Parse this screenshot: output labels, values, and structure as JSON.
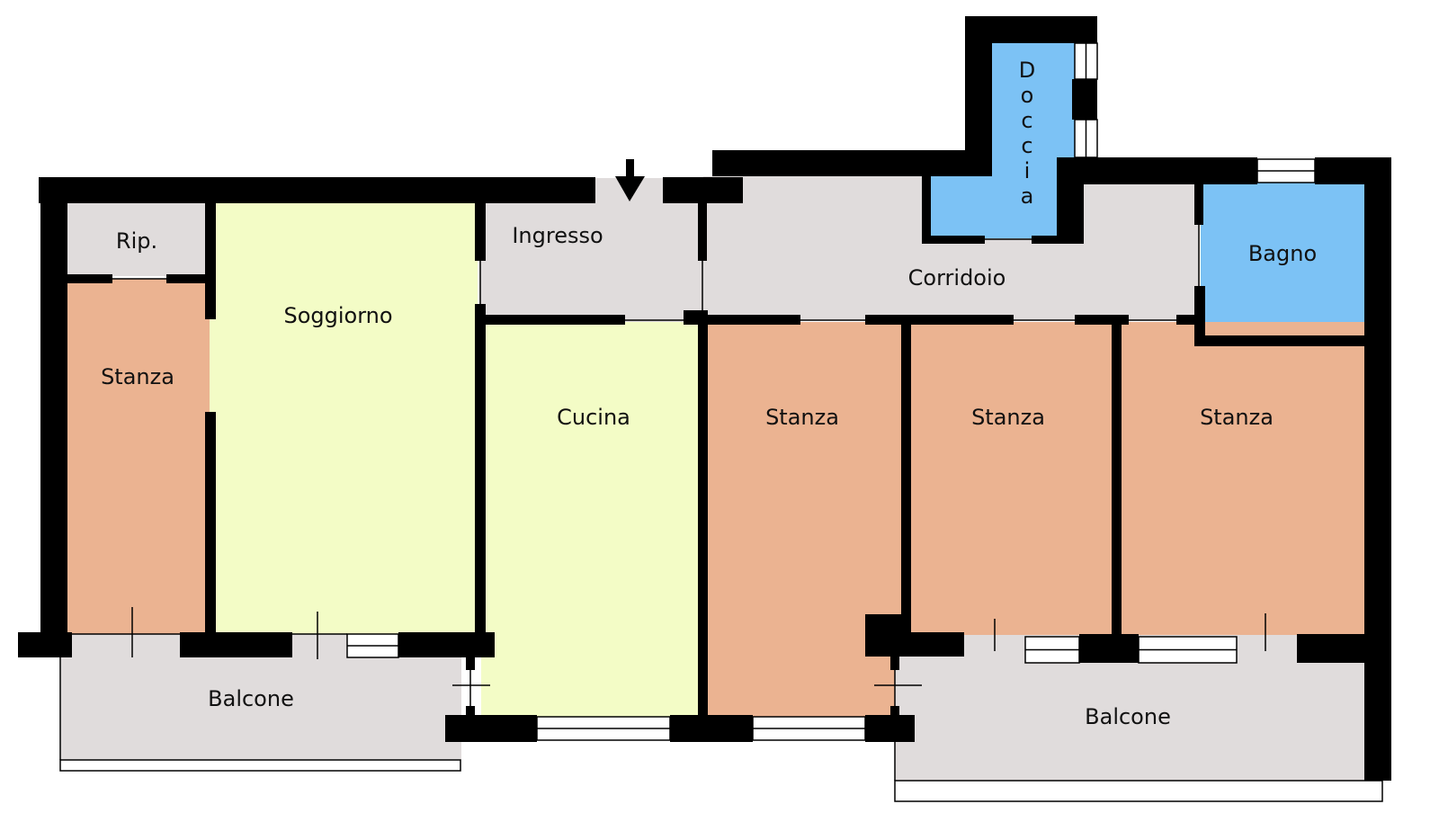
{
  "rooms": {
    "rip": "Rip.",
    "stanza_left": "Stanza",
    "soggiorno": "Soggiorno",
    "ingresso": "Ingresso",
    "cucina": "Cucina",
    "corridoio": "Corridoio",
    "doccia": [
      "D",
      "o",
      "c",
      "c",
      "i",
      "a"
    ],
    "bagno": "Bagno",
    "stanza_2": "Stanza",
    "stanza_3": "Stanza",
    "stanza_4": "Stanza",
    "balcone_left": "Balcone",
    "balcone_right": "Balcone"
  },
  "colors": {
    "service": "#e0dcdc",
    "bedroom": "#ebb391",
    "living": "#f3fcc6",
    "bath": "#7cc2f5",
    "wall": "#000000"
  }
}
